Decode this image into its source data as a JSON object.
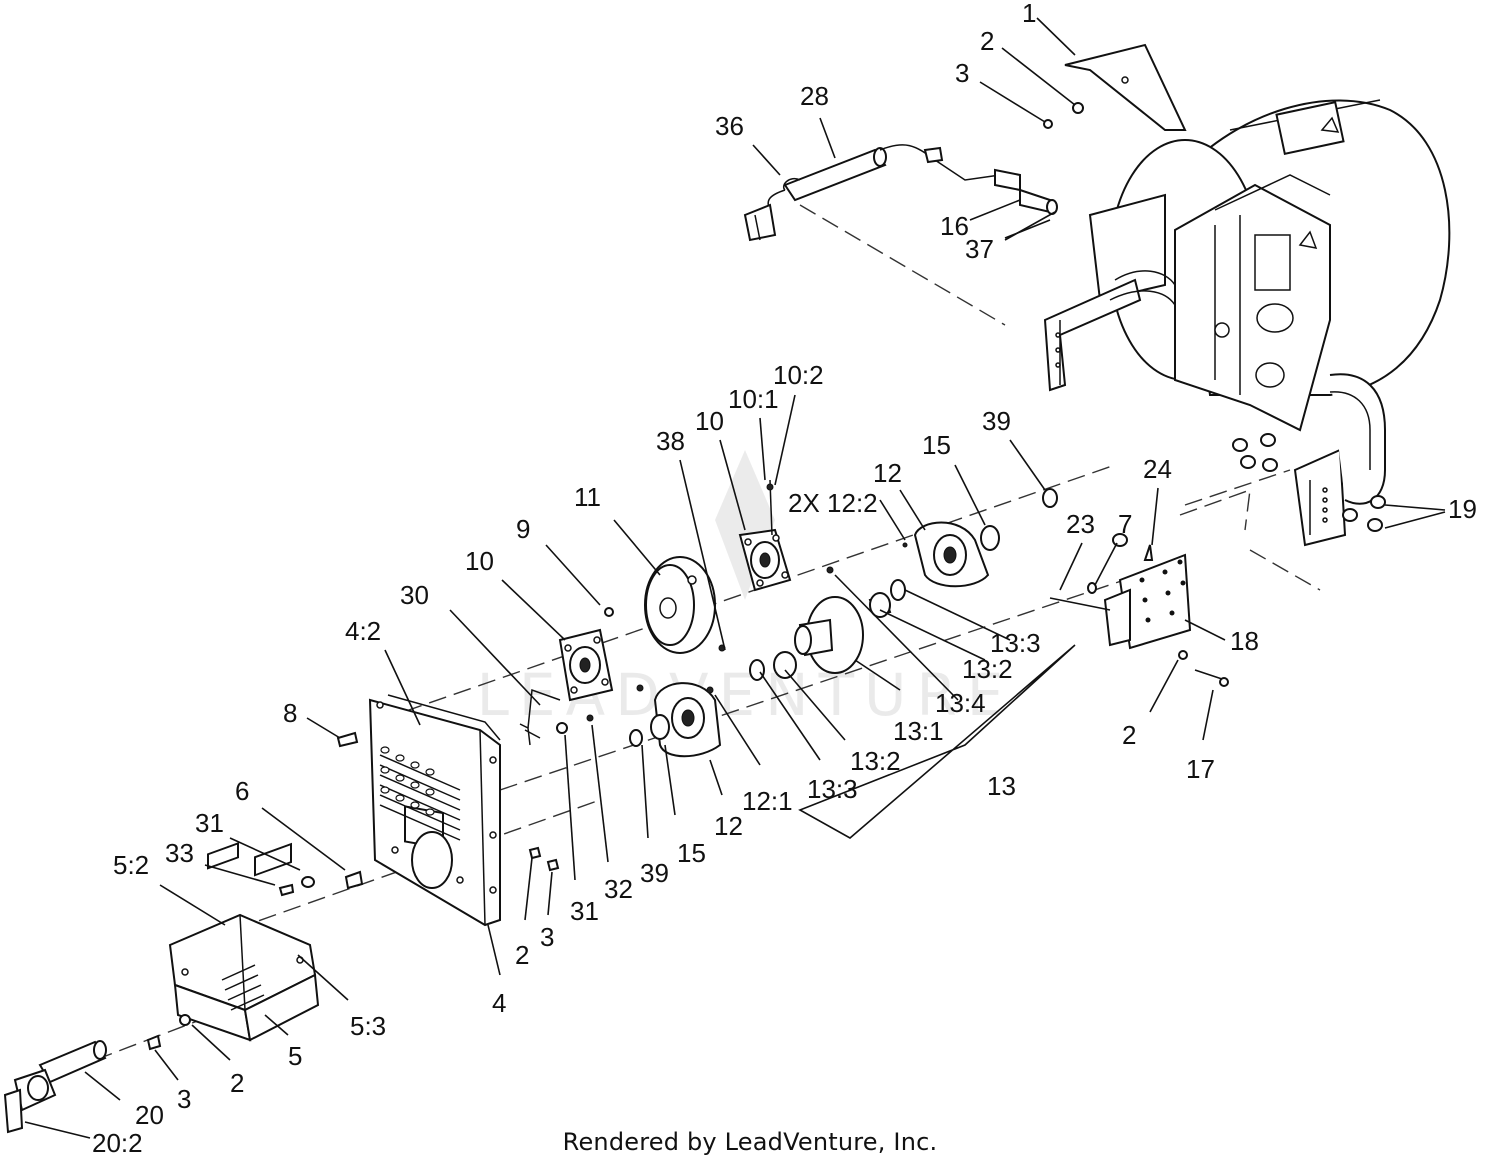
{
  "footer": "Rendered by LeadVenture, Inc.",
  "watermark": "LEADVENTURE",
  "callouts": [
    {
      "id": "c1",
      "text": "1"
    },
    {
      "id": "c2a",
      "text": "2"
    },
    {
      "id": "c3a",
      "text": "3"
    },
    {
      "id": "c28",
      "text": "28"
    },
    {
      "id": "c36",
      "text": "36"
    },
    {
      "id": "c16",
      "text": "16"
    },
    {
      "id": "c37",
      "text": "37"
    },
    {
      "id": "c10_2",
      "text": "10:2"
    },
    {
      "id": "c10_1",
      "text": "10:1"
    },
    {
      "id": "c10a",
      "text": "10"
    },
    {
      "id": "c38",
      "text": "38"
    },
    {
      "id": "c2x12_2",
      "text": "2X 12:2"
    },
    {
      "id": "c12a",
      "text": "12"
    },
    {
      "id": "c15a",
      "text": "15"
    },
    {
      "id": "c39a",
      "text": "39"
    },
    {
      "id": "c24",
      "text": "24"
    },
    {
      "id": "c23",
      "text": "23"
    },
    {
      "id": "c7",
      "text": "7"
    },
    {
      "id": "c19",
      "text": "19"
    },
    {
      "id": "c11",
      "text": "11"
    },
    {
      "id": "c9",
      "text": "9"
    },
    {
      "id": "c10b",
      "text": "10"
    },
    {
      "id": "c30",
      "text": "30"
    },
    {
      "id": "c4_2",
      "text": "4:2"
    },
    {
      "id": "c8",
      "text": "8"
    },
    {
      "id": "c13_3a",
      "text": "13:3"
    },
    {
      "id": "c13_2a",
      "text": "13:2"
    },
    {
      "id": "c13_4",
      "text": "13:4"
    },
    {
      "id": "c18",
      "text": "18"
    },
    {
      "id": "c13_1",
      "text": "13:1"
    },
    {
      "id": "c13_2b",
      "text": "13:2"
    },
    {
      "id": "c12_1",
      "text": "12:1"
    },
    {
      "id": "c13_3b",
      "text": "13:3"
    },
    {
      "id": "c13",
      "text": "13"
    },
    {
      "id": "c2b",
      "text": "2"
    },
    {
      "id": "c17",
      "text": "17"
    },
    {
      "id": "c6",
      "text": "6"
    },
    {
      "id": "c31a",
      "text": "31"
    },
    {
      "id": "c33",
      "text": "33"
    },
    {
      "id": "c5_2",
      "text": "5:2"
    },
    {
      "id": "c12b",
      "text": "12"
    },
    {
      "id": "c15b",
      "text": "15"
    },
    {
      "id": "c39b",
      "text": "39"
    },
    {
      "id": "c32",
      "text": "32"
    },
    {
      "id": "c31b",
      "text": "31"
    },
    {
      "id": "c2c",
      "text": "2"
    },
    {
      "id": "c3b",
      "text": "3"
    },
    {
      "id": "c4",
      "text": "4"
    },
    {
      "id": "c5_3",
      "text": "5:3"
    },
    {
      "id": "c5",
      "text": "5"
    },
    {
      "id": "c2d",
      "text": "2"
    },
    {
      "id": "c3c",
      "text": "3"
    },
    {
      "id": "c20",
      "text": "20"
    },
    {
      "id": "c20_2",
      "text": "20:2"
    }
  ]
}
